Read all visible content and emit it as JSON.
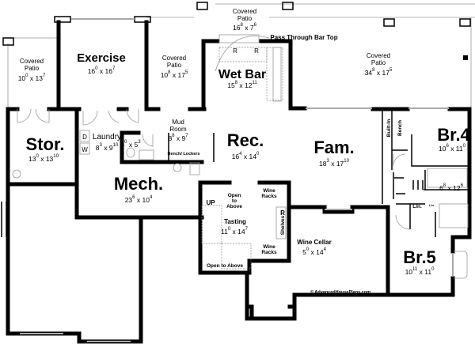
{
  "rooms": {
    "patio_left": {
      "name": [
        "Covered",
        "Patio"
      ],
      "dim": {
        "w": "10",
        "wi": "0",
        "h": "13",
        "hi": "7"
      }
    },
    "exercise": {
      "name": "Exercise",
      "dim": {
        "w": "16",
        "wi": "0",
        "h": "16",
        "hi": "7"
      }
    },
    "patio_mid": {
      "name": [
        "Covered",
        "Patio"
      ],
      "dim": {
        "w": "10",
        "wi": "8",
        "h": "17",
        "hi": "5"
      }
    },
    "patio_top": {
      "name": [
        "Covered",
        "Patio"
      ],
      "dim": {
        "w": "16",
        "wi": "8",
        "h": "7",
        "hi": "6"
      }
    },
    "patio_right": {
      "name": [
        "Covered",
        "Patio"
      ],
      "dim": {
        "w": "34",
        "wi": "8",
        "h": "17",
        "hi": "5"
      }
    },
    "wet_bar": {
      "name": "Wet Bar",
      "dim": {
        "w": "15",
        "wi": "8",
        "h": "12",
        "hi": "11"
      }
    },
    "storage": {
      "name": "Stor.",
      "dim": {
        "w": "13",
        "wi": "0",
        "h": "13",
        "hi": "10"
      }
    },
    "laundry": {
      "name": "Laundry",
      "dim": {
        "w": "8",
        "wi": "3",
        "h": "9",
        "hi": "10"
      }
    },
    "half_bath": {
      "dim": {
        "w": "6",
        "wi": "0",
        "h": "5",
        "hi": "3"
      }
    },
    "mud_room": {
      "name": [
        "Mud",
        "Room"
      ],
      "dim": {
        "w": "8",
        "wi": "8",
        "h": "9",
        "hi": "7"
      }
    },
    "rec": {
      "name": "Rec.",
      "dim": {
        "w": "16",
        "wi": "4",
        "h": "14",
        "hi": "0"
      }
    },
    "fam": {
      "name": "Fam.",
      "dim": {
        "w": "18",
        "wi": "3",
        "h": "17",
        "hi": "10"
      }
    },
    "br4": {
      "name": "Br.4",
      "dim": {
        "w": "10",
        "wi": "6",
        "h": "11",
        "hi": "0"
      }
    },
    "mech": {
      "name": "Mech.",
      "dim": {
        "w": "23",
        "wi": "6",
        "h": "10",
        "hi": "4"
      }
    },
    "bath": {
      "dim": {
        "w": "6",
        "wi": "8",
        "h": "12",
        "hi": "6"
      }
    },
    "tasting": {
      "name": "Tasting",
      "dim": {
        "w": "11",
        "wi": "0",
        "h": "14",
        "hi": "7"
      }
    },
    "wine_cellar": {
      "name": "Wine Cellar",
      "dim": {
        "w": "5",
        "wi": "0",
        "h": "14",
        "hi": "4"
      }
    },
    "br5": {
      "name": "Br.5",
      "dim": {
        "w": "10",
        "wi": "11",
        "h": "11",
        "hi": "0"
      }
    }
  },
  "labels": {
    "pass_through": "Pass Through Bar Top",
    "bench_lockers": "Bench/ Lockers",
    "built_in": "Built-In",
    "bench": "Bench",
    "lin": "Lin.",
    "lin_small": "Lin",
    "up": "UP",
    "open_above_1": [
      "Open",
      "to",
      "Above"
    ],
    "open_above_2": "Open to Above",
    "wine_racks": [
      "Wine",
      "Racks"
    ],
    "shelves": "Shelves",
    "fridge": "R",
    "dryer": "D",
    "washer": "W",
    "copyright": "© AdvancedHousePlans.com"
  }
}
